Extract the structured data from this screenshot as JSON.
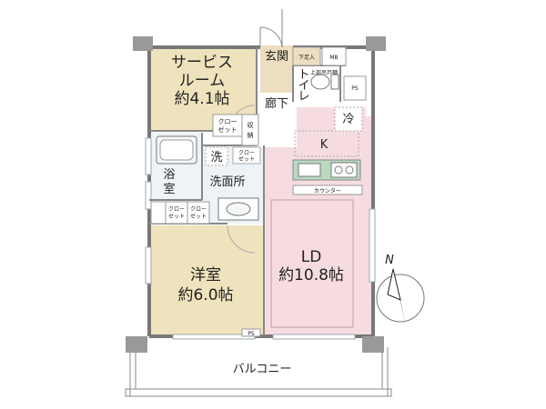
{
  "colors": {
    "service_room": "#efe3bd",
    "western_room": "#efe3bd",
    "ldk": "#f6dce0",
    "wet_area": "#eef3f7",
    "entrance": "#eedec1",
    "wall": "#7a7a7a",
    "window": "#b9c7cf",
    "kitchen_counter": "#b9d9c0"
  },
  "rooms": {
    "service_room": {
      "line1": "サービス",
      "line2": "ルーム",
      "area": "約4.1帖"
    },
    "western_room": {
      "name": "洋室",
      "area": "約6.0帖"
    },
    "ld": {
      "name": "LD",
      "area": "約10.8帖"
    },
    "kitchen": {
      "name": "K"
    },
    "bathroom": {
      "line1": "浴",
      "line2": "室"
    },
    "washroom": {
      "name": "洗面所"
    },
    "washer": {
      "name": "洗"
    },
    "entrance": {
      "name": "玄関"
    },
    "hallway": {
      "name": "廊下"
    },
    "toilet": {
      "line1": "ト",
      "line2": "イ",
      "line3": "レ"
    },
    "balcony": {
      "name": "バルコニー"
    }
  },
  "storage": {
    "closet_service": {
      "line1": "クロー",
      "line2": "ゼット"
    },
    "shuno": {
      "line1": "収",
      "line2": "納"
    },
    "closet_wash": {
      "line1": "クロー",
      "line2": "ゼット"
    },
    "closet_w1": {
      "line1": "クロー",
      "line2": "ゼット"
    },
    "closet_w2": {
      "line1": "クロー",
      "line2": "ゼット"
    },
    "shoe_box": "下足入",
    "upper_shelf": "上部吊戸棚",
    "fridge": "冷",
    "counter": "カウンター",
    "mb": "MB",
    "ps_right": "PS",
    "ps_bottom": "PS"
  },
  "compass": {
    "label": "N"
  }
}
